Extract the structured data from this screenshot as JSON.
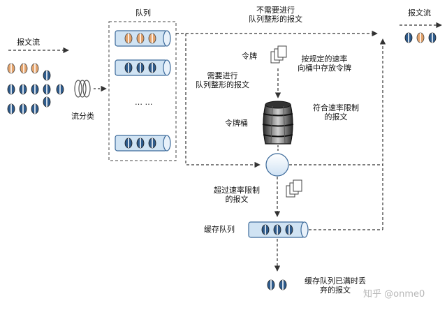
{
  "labels": {
    "input_flow": "报文流",
    "classify": "流分类",
    "queues_title": "队列",
    "ellipsis": "… …",
    "no_shaping": [
      "不需要进行",
      "队列整形的报文"
    ],
    "output_flow": "报文流",
    "token": "令牌",
    "rate_put": [
      "按规定的速率",
      "向桶中存放令牌"
    ],
    "need_shaping": [
      "需要进行",
      "队列整形的报文"
    ],
    "bucket": "令牌桶",
    "conform": [
      "符合速率限制",
      "的报文"
    ],
    "exceed": [
      "超过速率限制",
      "的报文"
    ],
    "buffer_queue": "缓存队列",
    "discard": [
      "缓存队列已满时丢",
      "弃的报文"
    ]
  },
  "watermark": "知乎 @onme0",
  "colors": {
    "packet_blue": "#2e5b8c",
    "packet_orange": "#e3a36c",
    "queue_fill": "#d0e3f3",
    "queue_stroke": "#3c6a9a",
    "line": "#333333"
  }
}
